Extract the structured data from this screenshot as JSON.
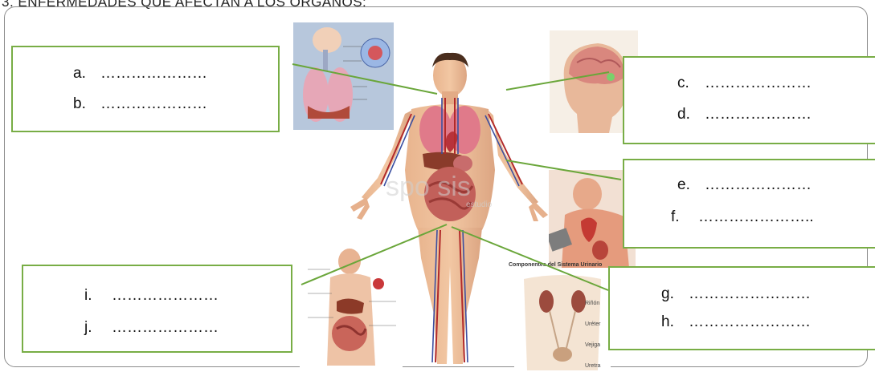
{
  "heading": "3. ENFERMEDADES QUE AFECTAN A LOS ÓRGANOS:",
  "watermark": "spo  sis",
  "watermark_sub": "estudio",
  "urinary_caption": "Componentes del Sistema Urinario",
  "urinary_labels": [
    "Riñón",
    "Uréter",
    "Vejiga",
    "Uretra"
  ],
  "answers": [
    {
      "letter": "a.",
      "blank": "…………………"
    },
    {
      "letter": "b.",
      "blank": "…………………"
    },
    {
      "letter": "c.",
      "blank": "…………………"
    },
    {
      "letter": "d.",
      "blank": "…………………"
    },
    {
      "letter": "e.",
      "blank": "…………………"
    },
    {
      "letter": "f.",
      "blank": "………………….."
    },
    {
      "letter": "g.",
      "blank": "……………………"
    },
    {
      "letter": "h.",
      "blank": "……………………"
    },
    {
      "letter": "i.",
      "blank": "…………………"
    },
    {
      "letter": "j.",
      "blank": "…………………"
    }
  ],
  "colors": {
    "box_border": "#78ad45",
    "connector": "#6aa63a",
    "frame": "#8c8c8c"
  }
}
